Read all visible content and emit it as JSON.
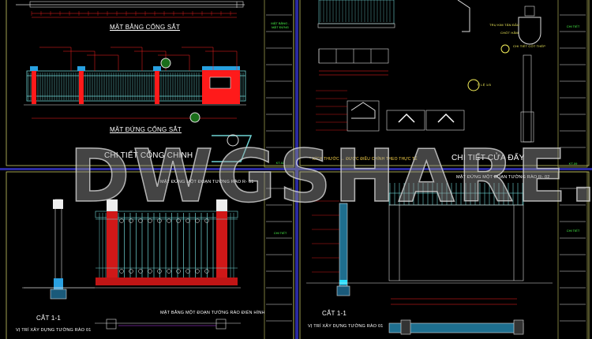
{
  "watermark": "DWGSHARE.com",
  "panels": {
    "top_left": {
      "plan_title": "MẶT BẰNG CỔNG SẮT",
      "elevation_title": "MẶT ĐỨNG CỔNG SẮT",
      "sheet_title": "CHI TIẾT CỔNG CHÍNH",
      "title_block": {
        "drawing_name": "MẶT BẰNG - MẶT ĐỨNG",
        "sheet_no": "KT-02"
      }
    },
    "top_right": {
      "note": "* KÍCH THƯỚC ↔ ĐƯỢC ĐIỀU CHỈNH THEO THỰC TẾ",
      "sheet_title": "CHI TIẾT CỬA ĐẨY",
      "labels": [
        "TRỤ KIM TẮN ĐẦU",
        "CHỐT HÃM",
        "CHI TIẾT CỐT THÉP",
        "TỈ LỆ 1/5"
      ],
      "title_block": {
        "drawing_name": "CHI TIẾT",
        "sheet_no": "KT-09"
      }
    },
    "bottom_left": {
      "elevation_title": "MẶT ĐỨNG MỘT ĐOẠN TƯỜNG RÀO R- 01",
      "section_title": "CẮT 1-1",
      "location_title": "VỊ TRÍ XÂY DỰNG TƯỜNG RÀO 01",
      "plan_title": "MẶT BẰNG MỘT ĐOẠN TƯỜNG RÀO ĐIỂN HÌNH",
      "title_block": {
        "drawing_name": "CHI TIẾT"
      }
    },
    "bottom_right": {
      "elevation_title": "MẶT ĐỨNG MỘT ĐOẠN TƯỜNG RÀO R- 02",
      "section_title": "CẮT 1-1",
      "location_title": "VỊ TRÍ XÂY DỰNG TƯỜNG RÀO 01",
      "title_block": {
        "drawing_name": "CHI TIẾT"
      }
    }
  },
  "colors": {
    "background": "#000000",
    "frame": "#c8c864",
    "separator": "#2a2aa0",
    "fence": "#6fd3d3",
    "pillar": "#ff1a1a",
    "dimension": "#ff2020",
    "text": "#ffffff",
    "title_block_text": "#4cff4c"
  }
}
